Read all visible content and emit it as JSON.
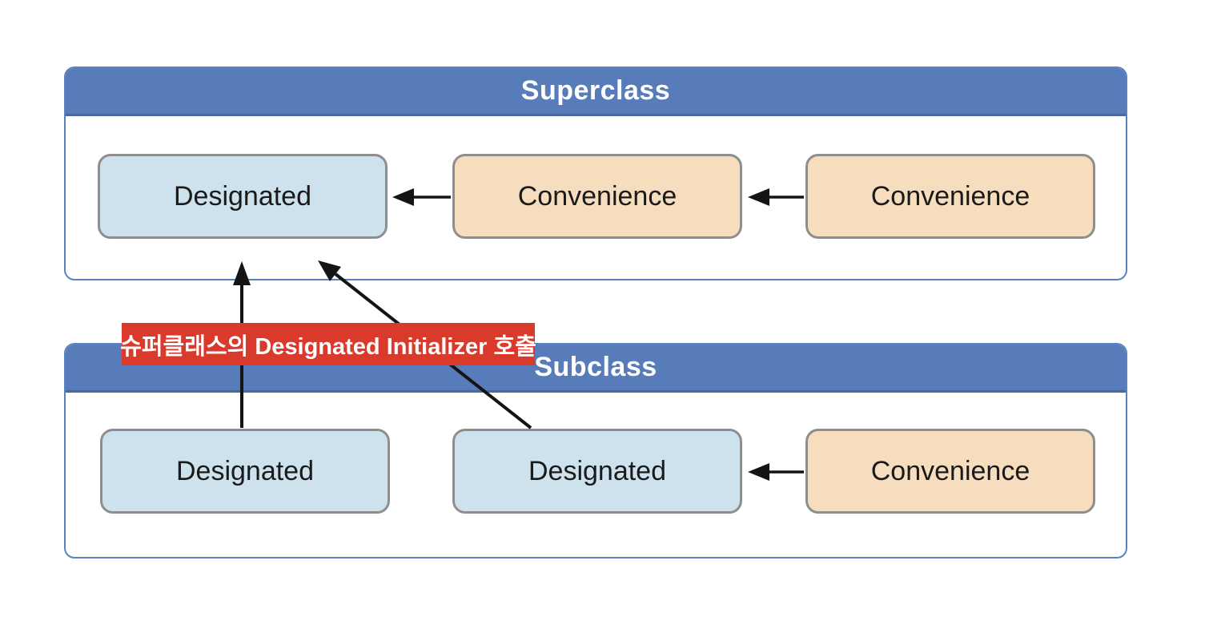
{
  "annotation": {
    "label": "슈퍼클래스의 Designated Initializer 호출"
  },
  "superclass": {
    "title": "Superclass",
    "boxes": [
      {
        "label": "Designated",
        "type": "designated"
      },
      {
        "label": "Convenience",
        "type": "convenience"
      },
      {
        "label": "Convenience",
        "type": "convenience"
      }
    ]
  },
  "subclass": {
    "title": "Subclass",
    "boxes": [
      {
        "label": "Designated",
        "type": "designated"
      },
      {
        "label": "Designated",
        "type": "designated"
      },
      {
        "label": "Convenience",
        "type": "convenience"
      }
    ]
  },
  "relationships": [
    "superclass.convenience-1 -> superclass.designated",
    "superclass.convenience-2 -> superclass.convenience-1",
    "subclass.convenience -> subclass.designated-2",
    "subclass.designated-1 -> superclass.designated",
    "subclass.designated-2 -> superclass.designated"
  ],
  "colors": {
    "header_blue": "#577cb9",
    "header_border": "#49699c",
    "panel_border": "#5b81c1",
    "designated_fill": "#cde2ec",
    "convenience_fill": "#f6ddbd",
    "node_border": "#8e8e8e",
    "annotation_red": "#d93a2b",
    "annotation_text": "#ffffff",
    "arrow_black": "#141414"
  }
}
